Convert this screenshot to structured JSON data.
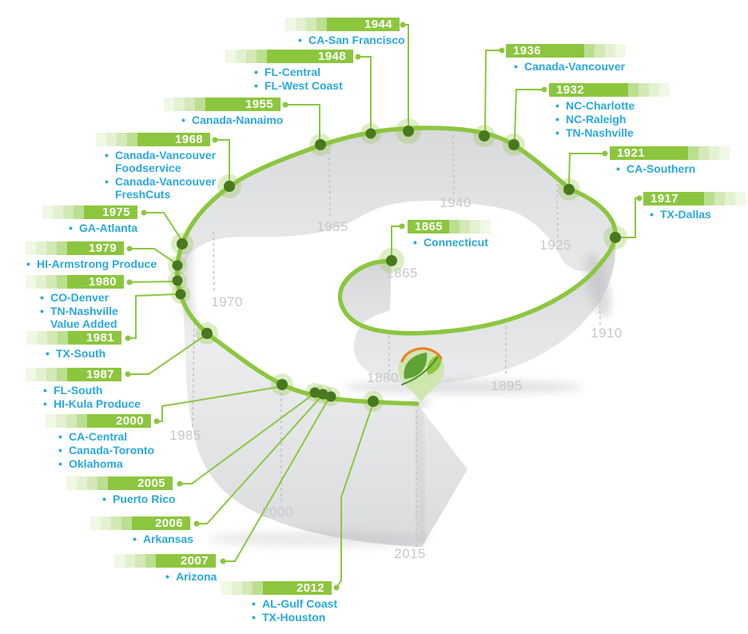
{
  "colors": {
    "green": "#8CC63F",
    "dark_green_dot": "#47791E",
    "halo_green": "rgba(141,198,63,0.30)",
    "location_blue": "#29A8E0",
    "decade_gray": "#C6C8CA",
    "ribbon_gray": "#E7E8EA",
    "orange_accent": "#F47B20"
  },
  "pin": {
    "icon": "leaf-pin-logo"
  },
  "decades": [
    {
      "label": "1865"
    },
    {
      "label": "1880"
    },
    {
      "label": "1895"
    },
    {
      "label": "1910"
    },
    {
      "label": "1925"
    },
    {
      "label": "1940"
    },
    {
      "label": "1955"
    },
    {
      "label": "1970"
    },
    {
      "label": "1985"
    },
    {
      "label": "2000"
    },
    {
      "label": "2015"
    }
  ],
  "callouts": [
    {
      "year": "1944",
      "locations": [
        "CA-San Francisco"
      ]
    },
    {
      "year": "1948",
      "locations": [
        "FL-Central",
        "FL-West Coast"
      ]
    },
    {
      "year": "1955",
      "locations": [
        "Canada-Nanaimo"
      ]
    },
    {
      "year": "1968",
      "locations": [
        "Canada-Vancouver Foodservice",
        "Canada-Vancouver FreshCuts"
      ]
    },
    {
      "year": "1975",
      "locations": [
        "GA-Atlanta"
      ]
    },
    {
      "year": "1979",
      "locations": [
        "HI-Armstrong Produce"
      ]
    },
    {
      "year": "1980",
      "locations": [
        "CO-Denver",
        "TN-Nashville Value Added"
      ]
    },
    {
      "year": "1981",
      "locations": [
        "TX-South"
      ]
    },
    {
      "year": "1987",
      "locations": [
        "FL-South",
        "HI-Kula Produce"
      ]
    },
    {
      "year": "2000",
      "locations": [
        "CA-Central",
        "Canada-Toronto",
        "Oklahoma"
      ]
    },
    {
      "year": "2005",
      "locations": [
        "Puerto Rico"
      ]
    },
    {
      "year": "2006",
      "locations": [
        "Arkansas"
      ]
    },
    {
      "year": "2007",
      "locations": [
        "Arizona"
      ]
    },
    {
      "year": "2012",
      "locations": [
        "AL-Gulf Coast",
        "TX-Houston"
      ]
    },
    {
      "year": "1936",
      "locations": [
        "Canada-Vancouver"
      ]
    },
    {
      "year": "1932",
      "locations": [
        "NC-Charlotte",
        "NC-Raleigh",
        "TN-Nashville"
      ]
    },
    {
      "year": "1921",
      "locations": [
        "CA-Southern"
      ]
    },
    {
      "year": "1917",
      "locations": [
        "TX-Dallas"
      ]
    },
    {
      "year": "1865",
      "locations": [
        "Connecticut"
      ]
    }
  ]
}
